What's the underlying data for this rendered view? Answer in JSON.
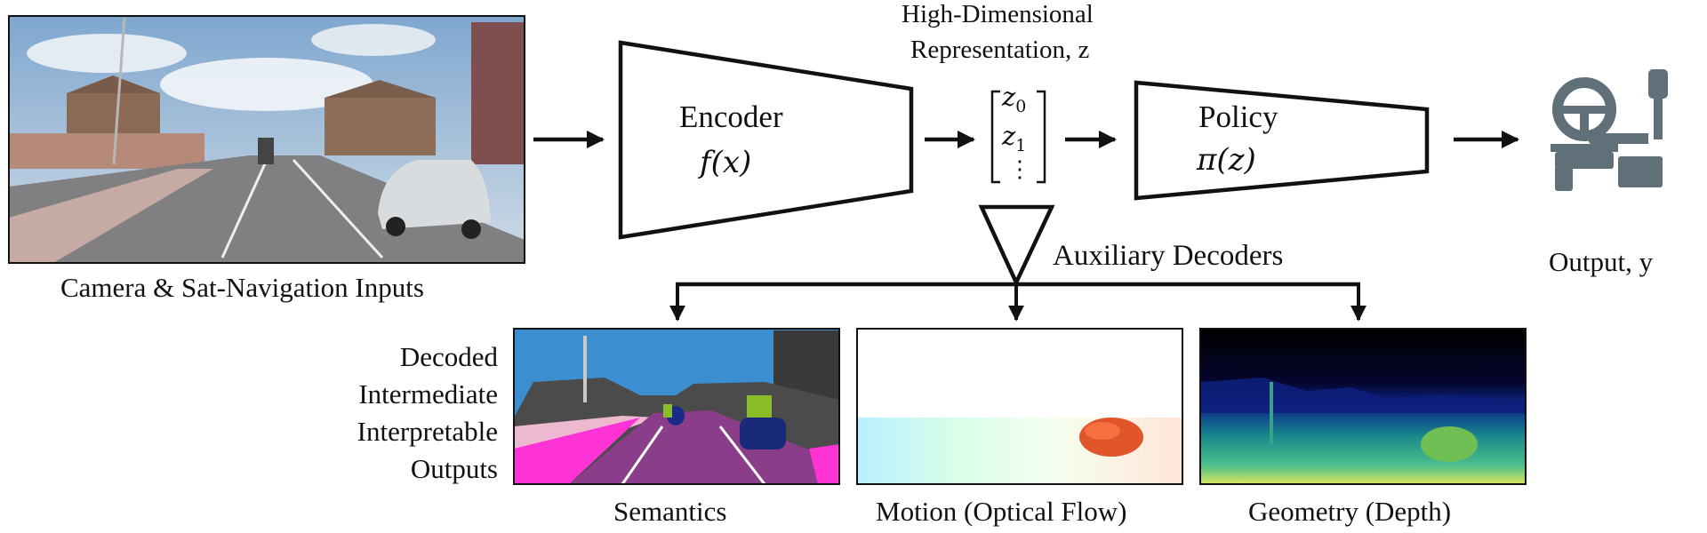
{
  "input": {
    "caption": "Camera & Sat-Navigation Inputs"
  },
  "encoder": {
    "title": "Encoder",
    "formula": "f(x)"
  },
  "representation": {
    "title_line1": "High-Dimensional",
    "title_line2": "Representation, z",
    "entries": [
      "z",
      "z",
      "⋮"
    ],
    "subscripts": [
      "0",
      "1",
      ""
    ]
  },
  "policy": {
    "title": "Policy",
    "formula": "π(z)"
  },
  "output": {
    "caption": "Output, y",
    "icon": "steering-wheel-gear-icon"
  },
  "auxiliary": {
    "title": "Auxiliary Decoders"
  },
  "decoded_label": [
    "Decoded",
    "Intermediate",
    "Interpretable",
    "Outputs"
  ],
  "panels": [
    {
      "caption": "Semantics"
    },
    {
      "caption": "Motion (Optical Flow)"
    },
    {
      "caption": "Geometry (Depth)"
    }
  ],
  "colors": {
    "stroke": "#111111",
    "icon": "#5f7079"
  }
}
